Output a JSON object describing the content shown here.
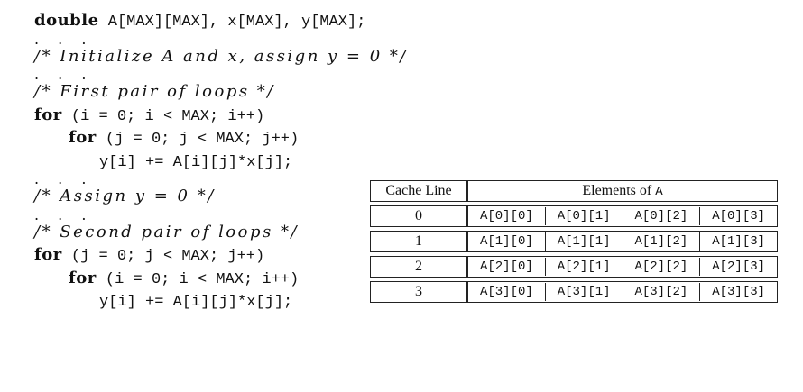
{
  "code": {
    "decl_kw": "double",
    "decl_rest": " A[MAX][MAX], x[MAX], y[MAX];",
    "ellipsis": ". . .",
    "comment_init": "/* Initialize A and x, assign y = 0 */",
    "comment_first": "/* First pair of loops */",
    "loop1_outer_kw": "for",
    "loop1_outer_rest": " (i = 0; i < MAX; i++)",
    "loop1_inner_kw": "for",
    "loop1_inner_rest": " (j = 0; j < MAX; j++)",
    "body": "y[i] += A[i][j]*x[j];",
    "comment_assign": "/* Assign y = 0 */",
    "comment_second": "/* Second pair of loops */",
    "loop2_outer_kw": "for",
    "loop2_outer_rest": " (j = 0; j < MAX; j++)",
    "loop2_inner_kw": "for",
    "loop2_inner_rest": " (i = 0; i < MAX; i++)"
  },
  "table": {
    "header_line": "Cache Line",
    "header_elements_prefix": "Elements of ",
    "header_elements_var": "A",
    "rows": [
      {
        "line": "0",
        "cells": [
          "A[0][0]",
          "A[0][1]",
          "A[0][2]",
          "A[0][3]"
        ]
      },
      {
        "line": "1",
        "cells": [
          "A[1][0]",
          "A[1][1]",
          "A[1][2]",
          "A[1][3]"
        ]
      },
      {
        "line": "2",
        "cells": [
          "A[2][0]",
          "A[2][1]",
          "A[2][2]",
          "A[2][3]"
        ]
      },
      {
        "line": "3",
        "cells": [
          "A[3][0]",
          "A[3][1]",
          "A[3][2]",
          "A[3][3]"
        ]
      }
    ]
  }
}
